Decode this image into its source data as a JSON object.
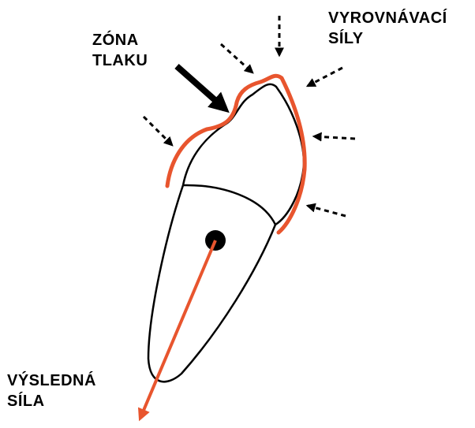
{
  "labels": {
    "pressure_zone": [
      "ZÓNA",
      "TLAKU"
    ],
    "aligning_forces": [
      "VYROVNÁVACÍ",
      "SÍLY"
    ],
    "resultant_force": [
      "VÝSLEDNÁ",
      "SÍLA"
    ]
  },
  "colors": {
    "outline": "#000000",
    "force": "#e8552e",
    "background": "#ffffff"
  }
}
